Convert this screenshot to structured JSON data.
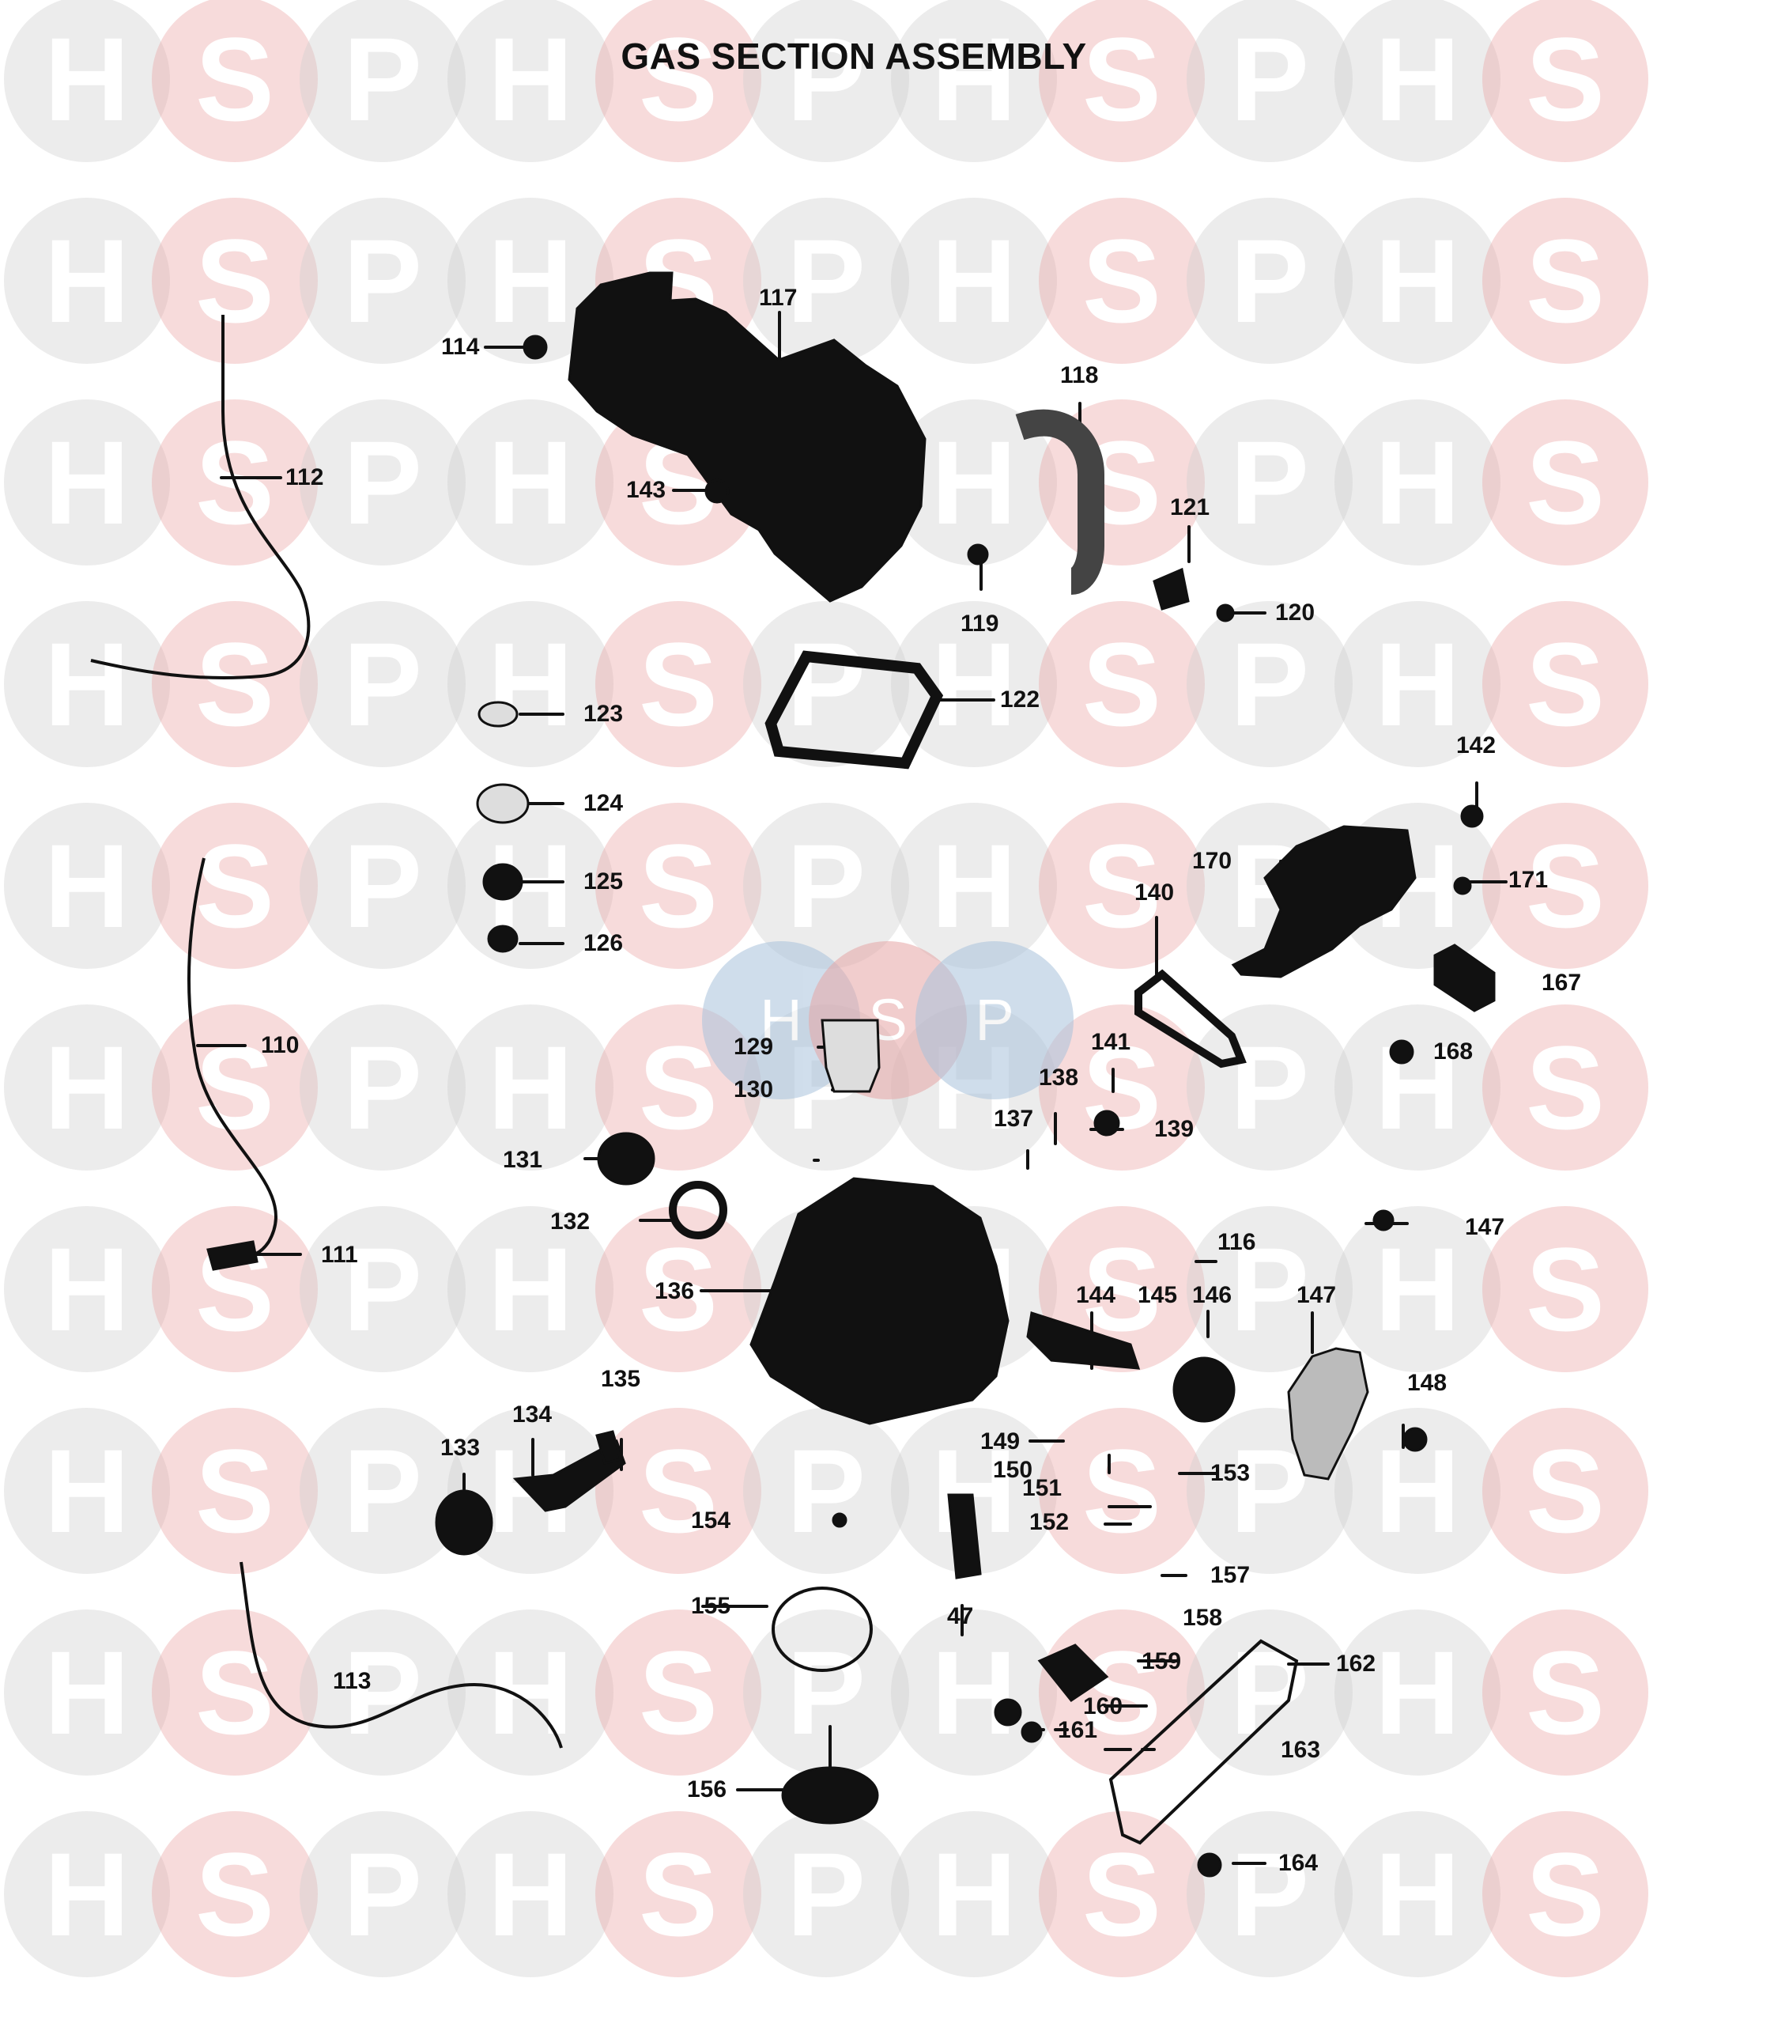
{
  "title": "GAS SECTION ASSEMBLY",
  "watermark": {
    "letters": [
      "H",
      "S",
      "P"
    ],
    "colors": {
      "H": "#cfcfcf",
      "S": "#eaa6a6",
      "P": "#cfcfcf"
    }
  },
  "center_logo": {
    "letters": [
      "H",
      "S",
      "P"
    ],
    "colors": {
      "H": "#a9c3dc",
      "S": "#e6a6a6",
      "P": "#a9c3dc"
    }
  },
  "labels": {
    "p117": "117",
    "p114": "114",
    "p118": "118",
    "p112": "112",
    "p143": "143",
    "p121": "121",
    "p119": "119",
    "p120": "120",
    "p123": "123",
    "p122": "122",
    "p124": "124",
    "p142": "142",
    "p125": "125",
    "p170": "170",
    "p171": "171",
    "p140": "140",
    "p126": "126",
    "p167": "167",
    "p110": "110",
    "p129": "129",
    "p141": "141",
    "p168": "168",
    "p138": "138",
    "p130": "130",
    "p139": "139",
    "p137": "137",
    "p131": "131",
    "p132": "132",
    "p147a": "147",
    "p116": "116",
    "p111": "111",
    "p136": "136",
    "p144": "144",
    "p145": "145",
    "p146": "146",
    "p147b": "147",
    "p135": "135",
    "p148": "148",
    "p134": "134",
    "p133": "133",
    "p149": "149",
    "p150": "150",
    "p151": "151",
    "p153": "153",
    "p152": "152",
    "p154": "154",
    "p157": "157",
    "p155": "155",
    "p47": "47",
    "p158": "158",
    "p113": "113",
    "p159": "159",
    "p162": "162",
    "p160": "160",
    "p161": "161",
    "p163": "163",
    "p156": "156",
    "p164": "164"
  }
}
